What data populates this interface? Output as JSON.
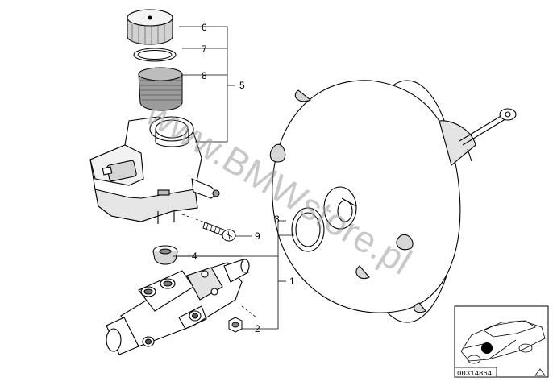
{
  "callouts": {
    "c1": "1",
    "c2": "2",
    "c3": "3",
    "c4": "4",
    "c5": "5",
    "c6": "6",
    "c7": "7",
    "c8": "8",
    "c9": "9"
  },
  "diagram_number": "00314864",
  "watermark": "www.BMWstore.pl",
  "colors": {
    "line": "#000000",
    "shade": "#cfcfcf",
    "dark": "#6d6d6d",
    "watermark": "#9a9a9a"
  }
}
